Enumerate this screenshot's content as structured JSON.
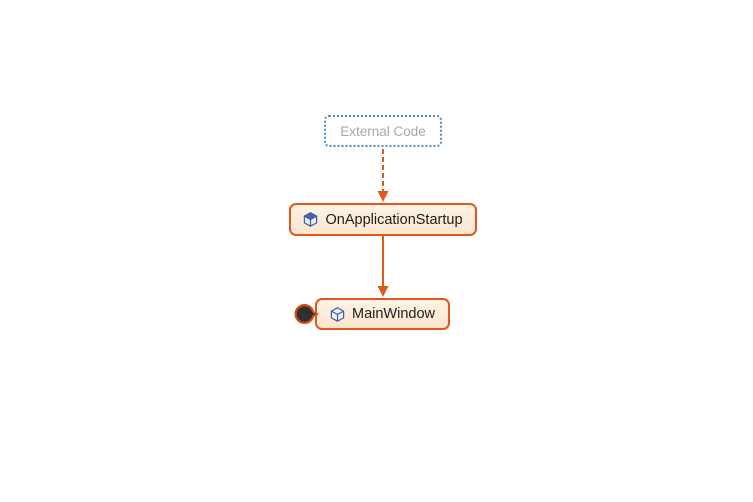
{
  "diagram": {
    "title": "code-map-call-graph",
    "nodes": [
      {
        "id": "external",
        "label": "External Code",
        "type": "external-group",
        "icon": null
      },
      {
        "id": "onApplicationStartup",
        "label": "OnApplicationStartup",
        "type": "method",
        "icon": "method-cube-icon"
      },
      {
        "id": "mainWindow",
        "label": "MainWindow",
        "type": "class",
        "icon": "class-cube-icon"
      }
    ],
    "edges": [
      {
        "from": "external",
        "to": "onApplicationStartup",
        "style": "dashed",
        "direction": "down"
      },
      {
        "from": "onApplicationStartup",
        "to": "mainWindow",
        "style": "solid",
        "direction": "down"
      }
    ],
    "markers": [
      {
        "id": "entryMarker",
        "attached_to": "mainWindow",
        "icon": "entry-point-icon",
        "shape": "dark circle with orange ring and right-pointing wedge"
      }
    ],
    "colors": {
      "edge_orange": "#E2581C",
      "node_border": "#E2581C",
      "node_fill_top": "#FDF3E7",
      "node_fill_bottom": "#FBE5CE",
      "external_border": "#4F90C6",
      "external_text": "#A8A8A8",
      "node_text": "#1E1E1E",
      "icon_blue": "#3F5E9E",
      "icon_face_fill": "#E9EFFA",
      "icon_top_fill": "#4C66A8",
      "marker_fill": "#303030",
      "canvas_bg": "#FFFFFF"
    }
  }
}
